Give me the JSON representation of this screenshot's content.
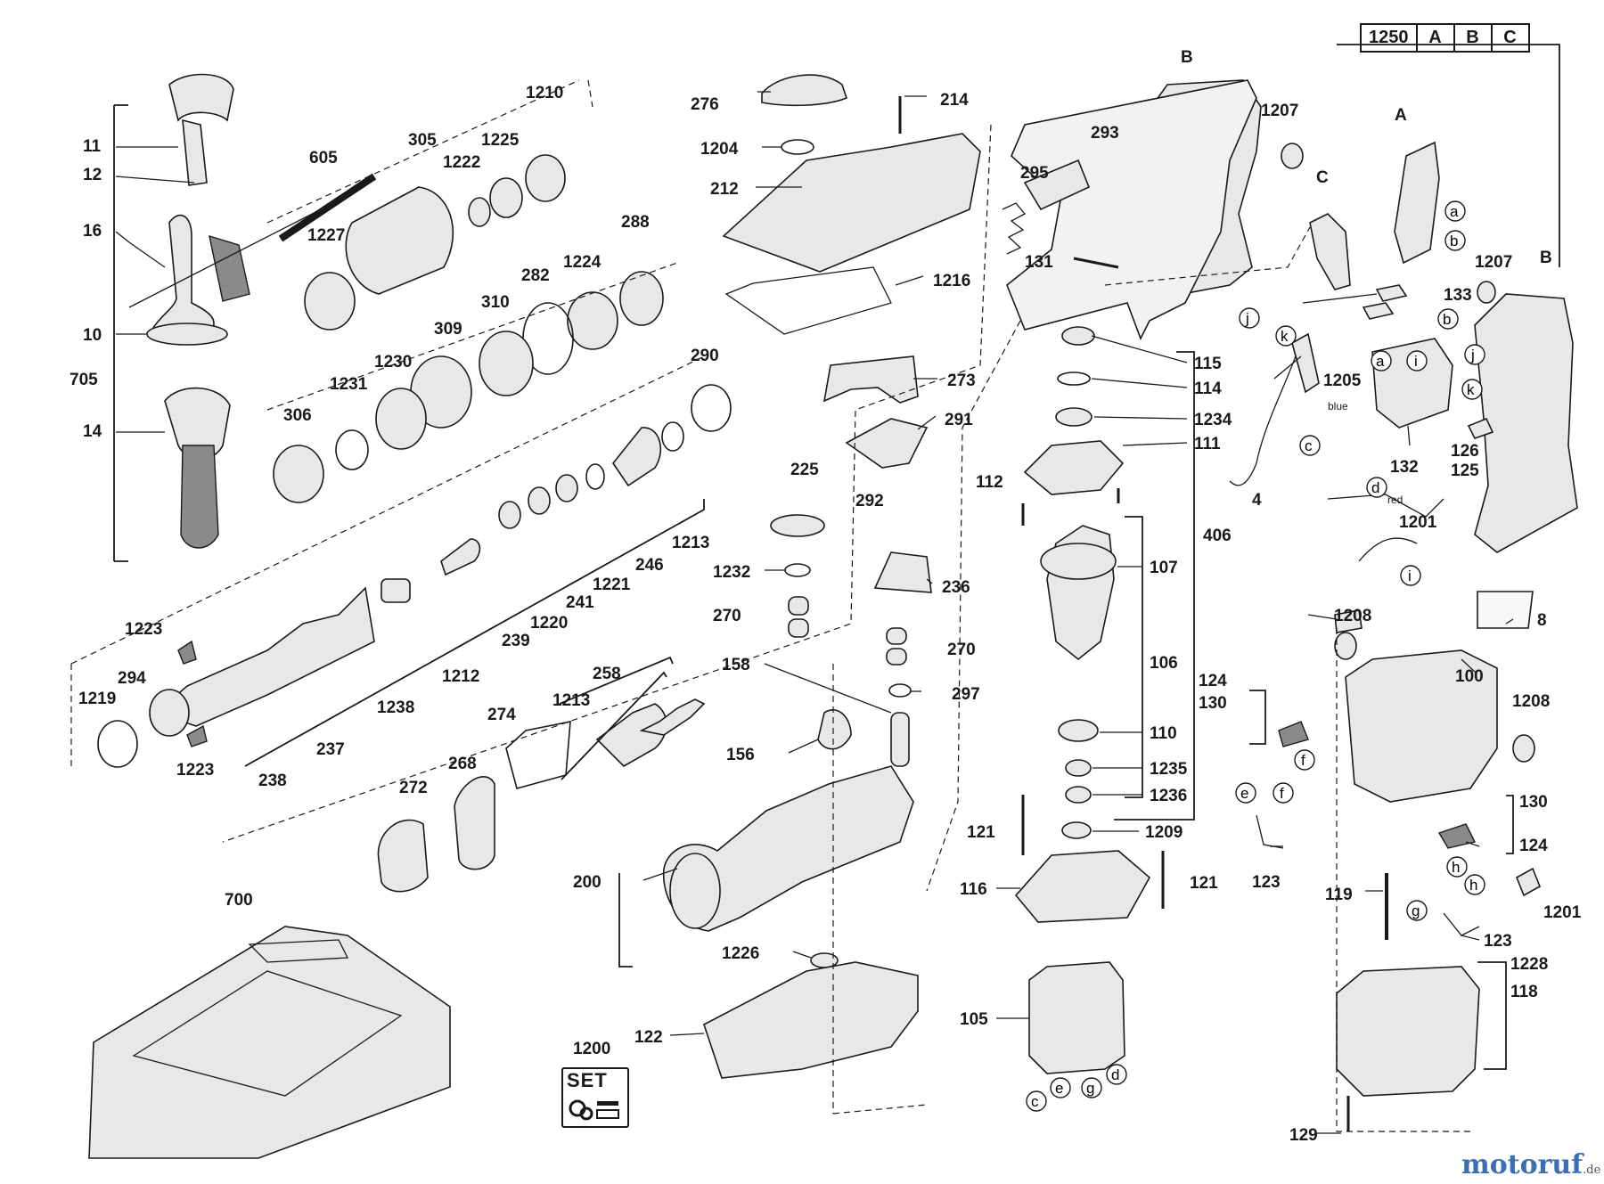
{
  "variant_table": [
    "1250",
    "A",
    "B",
    "C"
  ],
  "set_label": "SET",
  "set_number": "1200",
  "watermark": {
    "name": "motoruf",
    "tld": ".de"
  },
  "wire_colors": {
    "blue_label": "blue",
    "red_label": "red"
  },
  "callouts": {
    "c11": "11",
    "c12": "12",
    "c16": "16",
    "c10": "10",
    "c705": "705",
    "c14": "14",
    "c605": "605",
    "c305": "305",
    "c1210": "1210",
    "c1225": "1225",
    "c1222": "1222",
    "c1227": "1227",
    "c288": "288",
    "c1224": "1224",
    "c282": "282",
    "c310": "310",
    "c309": "309",
    "c1230": "1230",
    "c1231": "1231",
    "c306": "306",
    "c290": "290",
    "c1213a": "1213",
    "c246": "246",
    "c1221": "1221",
    "c241": "241",
    "c1220": "1220",
    "c239": "239",
    "c1212": "1212",
    "c1238": "1238",
    "c1223a": "1223",
    "c294": "294",
    "c1219": "1219",
    "c1223b": "1223",
    "c238": "238",
    "c237": "237",
    "c276": "276",
    "c214": "214",
    "c1204": "1204",
    "c212": "212",
    "c1216": "1216",
    "c273": "273",
    "c291": "291",
    "c225": "225",
    "c292": "292",
    "c1232": "1232",
    "c236": "236",
    "c270a": "270",
    "c270b": "270",
    "c158": "158",
    "c297": "297",
    "c258": "258",
    "c1213b": "1213",
    "c274": "274",
    "c268": "268",
    "c272": "272",
    "c156": "156",
    "c200": "200",
    "c1226": "1226",
    "c122": "122",
    "c700": "700",
    "c293": "293",
    "c295": "295",
    "c131": "131",
    "c1207a": "1207",
    "c1207b": "1207",
    "c115": "115",
    "c114": "114",
    "c1234": "1234",
    "c111": "111",
    "c112": "112",
    "c406": "406",
    "c107": "107",
    "c106": "106",
    "c110": "110",
    "c1235": "1235",
    "c1236": "1236",
    "c121a": "121",
    "c1209": "1209",
    "c121b": "121",
    "c116": "116",
    "c105": "105",
    "c133": "133",
    "c1205": "1205",
    "c4": "4",
    "c132": "132",
    "c126": "126",
    "c125": "125",
    "c1201a": "1201",
    "c8": "8",
    "c1208a": "1208",
    "c100": "100",
    "c1208b": "1208",
    "c124a": "124",
    "c130a": "130",
    "c123a": "123",
    "c130b": "130",
    "c124b": "124",
    "c119": "119",
    "c1201b": "1201",
    "c123b": "123",
    "c1228": "1228",
    "c118": "118",
    "c129": "129"
  },
  "letters": {
    "B1": "B",
    "B2": "B",
    "A": "A",
    "C": "C",
    "a1": "a",
    "b1": "b",
    "a2": "a",
    "i1": "i",
    "b2": "b",
    "j1": "j",
    "k1": "k",
    "j2": "j",
    "k2": "k",
    "c1": "c",
    "d1": "d",
    "i2": "i",
    "f1": "f",
    "e1": "e",
    "f2": "f",
    "h1": "h",
    "h2": "h",
    "g1": "g",
    "c2": "c",
    "e2": "e",
    "g2": "g",
    "d2": "d"
  }
}
